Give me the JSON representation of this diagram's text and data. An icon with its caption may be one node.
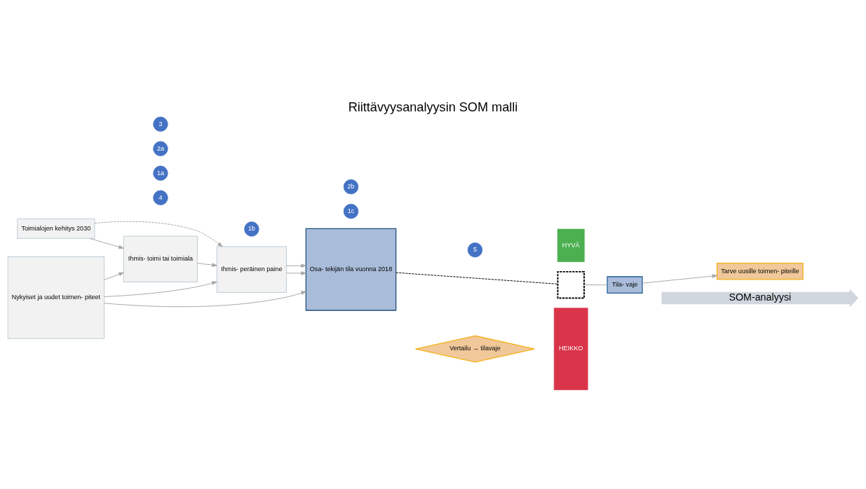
{
  "diagram": {
    "title": "Riittävyysanalyysin SOM malli",
    "nodes": [
      {
        "text": [
          "Toimialojen kehitys 2030"
        ]
      },
      {
        "text": [
          "4"
        ]
      },
      {
        "text": [
          "Nykyiset ja uudet toimen- piteet"
        ]
      },
      {
        "text": [
          "1a"
        ]
      },
      {
        "text": [
          "Ihmis- toimi tai toimiala"
        ]
      },
      {
        "text": [
          "1b"
        ]
      },
      {
        "text": [
          "Ihmis- peräinen paine"
        ]
      },
      {
        "text": [
          "2a"
        ]
      },
      {
        "text": [
          "3"
        ]
      },
      {
        "text": [
          "1c"
        ]
      },
      {
        "text": [
          "2b"
        ]
      },
      {
        "text": [
          "Osa- tekijän tila vuonna 2018"
        ]
      },
      {
        "text": [
          "5"
        ]
      },
      {
        "text": [
          "Vertailu → tilavaje"
        ]
      },
      {
        "text": [
          "HYVÄ"
        ]
      },
      {
        "text": [],
        "shape": "box"
      },
      {
        "text": [
          "HEIKKO"
        ]
      },
      {
        "text": [
          "Tila- vaje"
        ]
      },
      {
        "text": [
          "Tarve uusille toimen- piteille"
        ]
      },
      {
        "text": [
          "SOM-analyysi"
        ]
      }
    ],
    "edges": [
      {
        "from": 0,
        "to": 4,
        "arrow": "to"
      },
      {
        "from": 0,
        "to": 6,
        "arrow": "to",
        "style": "dashed"
      },
      {
        "from": 2,
        "to": 4,
        "arrow": "to"
      },
      {
        "from": 4,
        "to": 6,
        "arrow": "to"
      },
      {
        "from": 6,
        "to": 11,
        "arrow": "to"
      },
      {
        "from": 2,
        "to": 6,
        "arrow": "to"
      },
      {
        "from": 6,
        "to": 11,
        "arrow": "to"
      },
      {
        "from": 2,
        "to": 11,
        "arrow": "to"
      },
      {
        "from": 11,
        "to": 15,
        "arrow": "none",
        "style": "dashed",
        "color": "#000000"
      },
      {
        "from": 15,
        "to": 17,
        "arrow": "none"
      },
      {
        "from": 17,
        "to": 18,
        "arrow": "to"
      }
    ]
  }
}
